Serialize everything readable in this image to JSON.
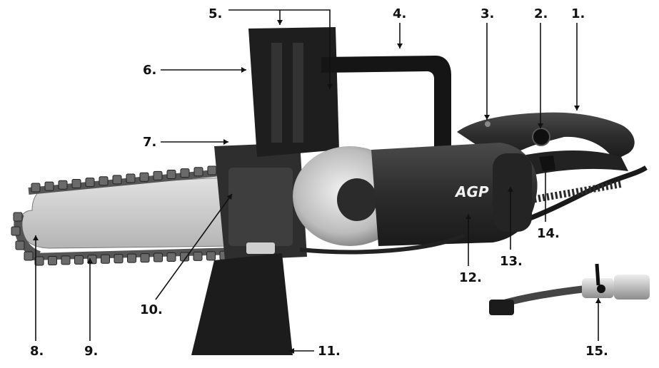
{
  "colors": {
    "background": "#ffffff",
    "ink": "#111111",
    "body_dark": "#2a2a2a",
    "body_mid": "#3c3c3c",
    "metal_light": "#d6d6d6",
    "metal_mid": "#a8a8a8",
    "guide_bar": "#c9c9c9",
    "rubber": "#1c1c1c"
  },
  "product": {
    "brand_mark": "AGP"
  },
  "callouts": [
    {
      "id": "1",
      "label": "1."
    },
    {
      "id": "2",
      "label": "2."
    },
    {
      "id": "3",
      "label": "3."
    },
    {
      "id": "4",
      "label": "4."
    },
    {
      "id": "5",
      "label": "5."
    },
    {
      "id": "6",
      "label": "6."
    },
    {
      "id": "7",
      "label": "7."
    },
    {
      "id": "8",
      "label": "8."
    },
    {
      "id": "9",
      "label": "9."
    },
    {
      "id": "10",
      "label": "10."
    },
    {
      "id": "11",
      "label": "11."
    },
    {
      "id": "12",
      "label": "12."
    },
    {
      "id": "13",
      "label": "13."
    },
    {
      "id": "14",
      "label": "14."
    },
    {
      "id": "15",
      "label": "15."
    }
  ]
}
